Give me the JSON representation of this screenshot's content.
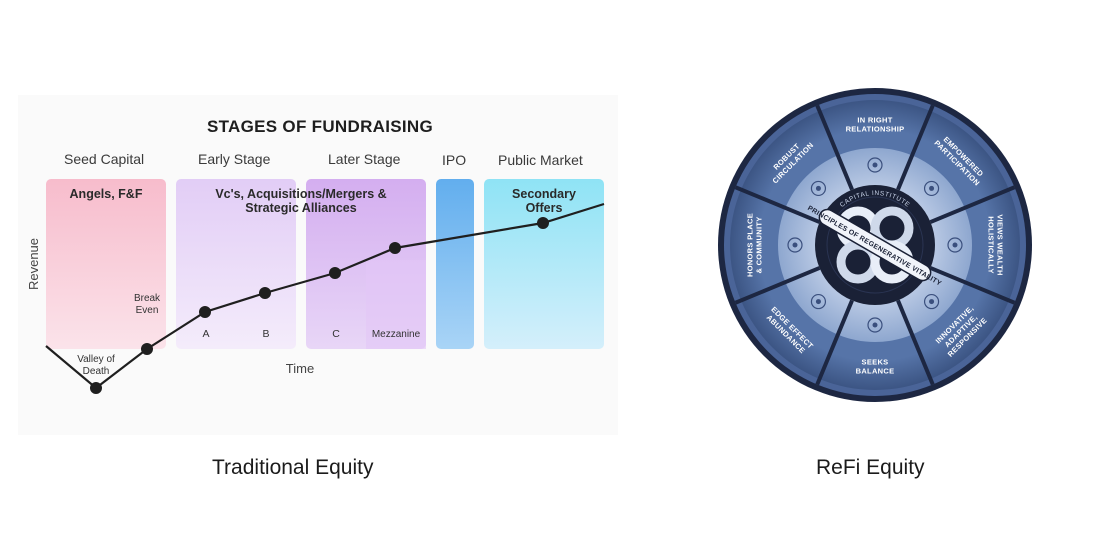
{
  "left": {
    "title": "STAGES OF FUNDRAISING",
    "stages": [
      "Seed Capital",
      "Early Stage",
      "Later Stage",
      "IPO",
      "Public Market"
    ],
    "blocks": {
      "angels": "Angels, F&F",
      "vcs_line1": "Vc's, Acquisitions/Mergers &",
      "vcs_line2": "Strategic Alliances",
      "secondary_line1": "Secondary",
      "secondary_line2": "Offers"
    },
    "axes": {
      "y": "Revenue",
      "x": "Time"
    },
    "points": {
      "valley_line1": "Valley of",
      "valley_line2": "Death",
      "break_line1": "Break",
      "break_line2": "Even",
      "a": "A",
      "b": "B",
      "c": "C",
      "mezzanine": "Mezzanine"
    },
    "caption": "Traditional Equity"
  },
  "right": {
    "outer_segments": [
      [
        "IN RIGHT",
        "RELATIONSHIP"
      ],
      [
        "EMPOWERED",
        "PARTICIPATION"
      ],
      [
        "VIEWS WEALTH",
        "HOLISTICALLY"
      ],
      [
        "INNOVATIVE,",
        "ADAPTIVE,",
        "RESPONSIVE"
      ],
      [
        "SEEKS",
        "BALANCE"
      ],
      [
        "EDGE EFFECT",
        "ABUNDANCE"
      ],
      [
        "HONORS PLACE",
        "& COMMUNITY"
      ],
      [
        "ROBUST",
        "CIRCULATION"
      ]
    ],
    "institute": "CAPITAL INSTITUTE",
    "center_ring": "PRINCIPLES OF REGENERATIVE VITALITY",
    "caption": "ReFi Equity"
  },
  "colors": {
    "seed": "#f9c9d6",
    "early": "#e6d4f7",
    "later": "#d9b8f2",
    "ipo": "#6cb6ef",
    "public": "#a2e8f6",
    "wheel_navy": "#1f2a45",
    "wheel_blue": "#5a7ab0"
  }
}
